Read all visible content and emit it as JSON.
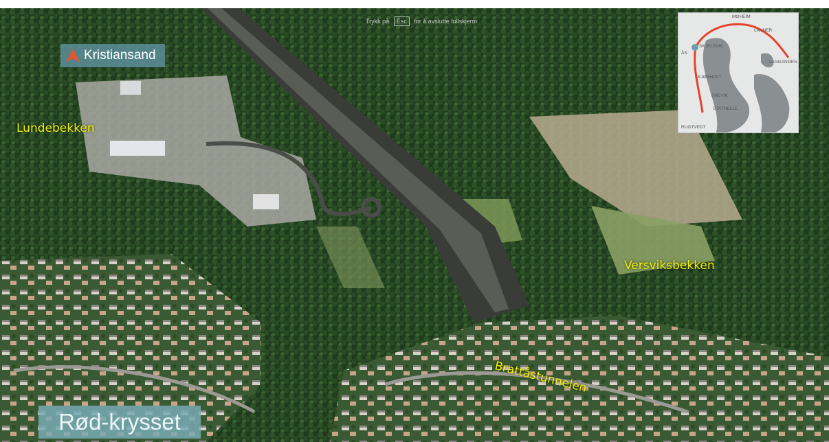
{
  "fullscreen_hint": {
    "prefix": "Trykk på",
    "key": "Esc",
    "suffix": "for å avslutte fullskjerm"
  },
  "direction_sign": {
    "label": "Kristiansand",
    "icon": "arrow-up-icon",
    "color": "#e8542f"
  },
  "place_labels": {
    "lundebekken": "Lundebekken",
    "versviksbekken": "Versviksbekken",
    "brattastunnelen": "Brattåstunnelen"
  },
  "junction_title": "Rød-krysset",
  "minimap": {
    "places": {
      "moheim": "MOHEIM",
      "lanner": "LANNER",
      "skjelsvik": "SKJELSVIK",
      "as": "ÅS",
      "langangen": "LANGANGEN",
      "kjorholt": "KJØRHOLT",
      "brevik": "BREVIK",
      "stathelle": "STATHELLE",
      "rugtvedt": "RUGTVEDT"
    },
    "route_color": "#e8412b"
  },
  "colors": {
    "label_yellow": "#f2f000",
    "sign_bg": "#5a8c96",
    "title_bg": "#78aab4"
  }
}
